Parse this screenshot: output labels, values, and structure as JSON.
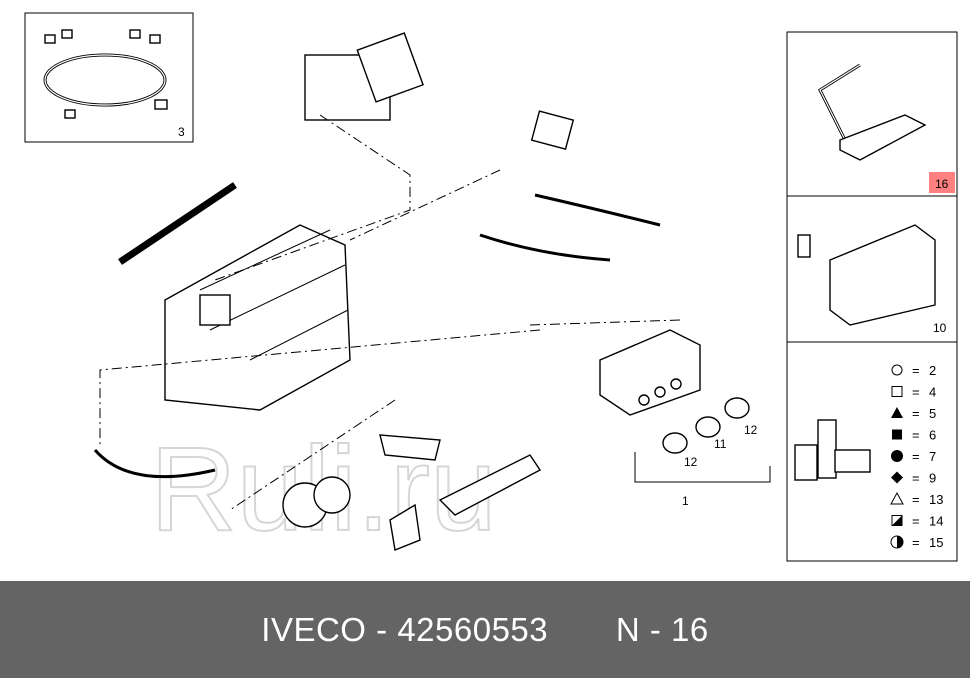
{
  "watermark": "Ruli.ru",
  "footer": {
    "brand": "IVECO",
    "separator": " - ",
    "part_number": "42560553",
    "page": "N - 16"
  },
  "callouts": {
    "harness_box": "3",
    "module_box": "16",
    "evaporator_box": "10",
    "control_panel": "1",
    "knob_11": "11",
    "knob_12a": "12",
    "knob_12b": "12"
  },
  "highlight_color": "#ff8080",
  "legend": [
    {
      "symbol": "circle-outline",
      "label": "2"
    },
    {
      "symbol": "square-outline",
      "label": "4"
    },
    {
      "symbol": "triangle-filled",
      "label": "5"
    },
    {
      "symbol": "square-filled",
      "label": "6"
    },
    {
      "symbol": "circle-filled",
      "label": "7"
    },
    {
      "symbol": "diamond-filled",
      "label": "9"
    },
    {
      "symbol": "triangle-outline",
      "label": "13"
    },
    {
      "symbol": "square-half",
      "label": "14"
    },
    {
      "symbol": "circle-half",
      "label": "15"
    }
  ]
}
